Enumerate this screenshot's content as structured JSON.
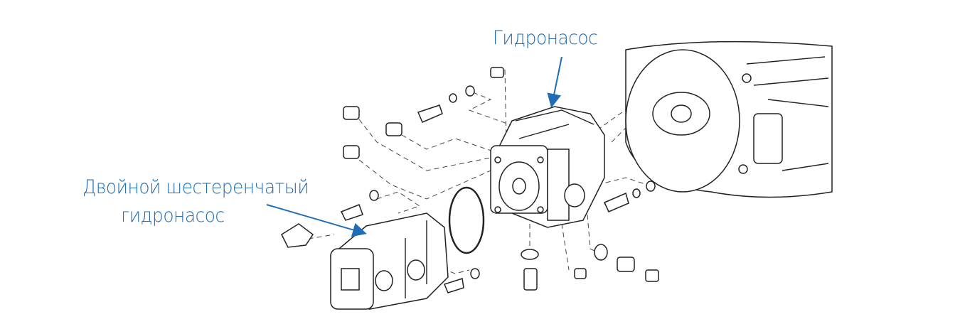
{
  "labels": {
    "main_pump": "Гидронасос",
    "gear_pump_line1": "Двойной шестеренчатый",
    "gear_pump_line2": "гидронасос"
  },
  "colors": {
    "label": "#1f6db5",
    "drawing": "#222222"
  }
}
